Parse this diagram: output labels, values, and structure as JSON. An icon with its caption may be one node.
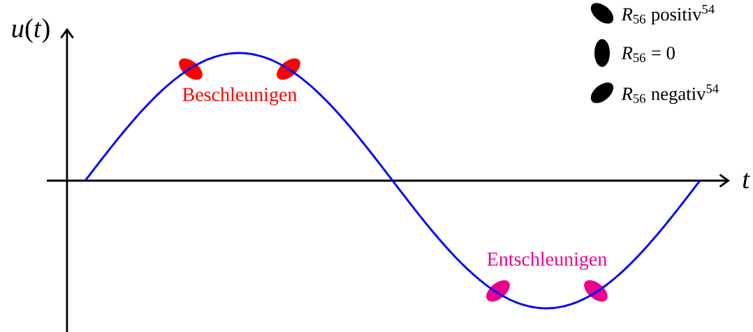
{
  "diagram": {
    "labels": [
      "*u*(*t*)",
      "*t*",
      "Beschleunigen",
      "Entschleunigen"
    ],
    "legend": [
      {
        "text": "*R*$_{56}$ positiv$^{54}$"
      },
      {
        "text": "*R*$_{56}$ = 0"
      },
      {
        "text": "*R*$_{56}$ negativ$^{54}$"
      }
    ]
  }
}
